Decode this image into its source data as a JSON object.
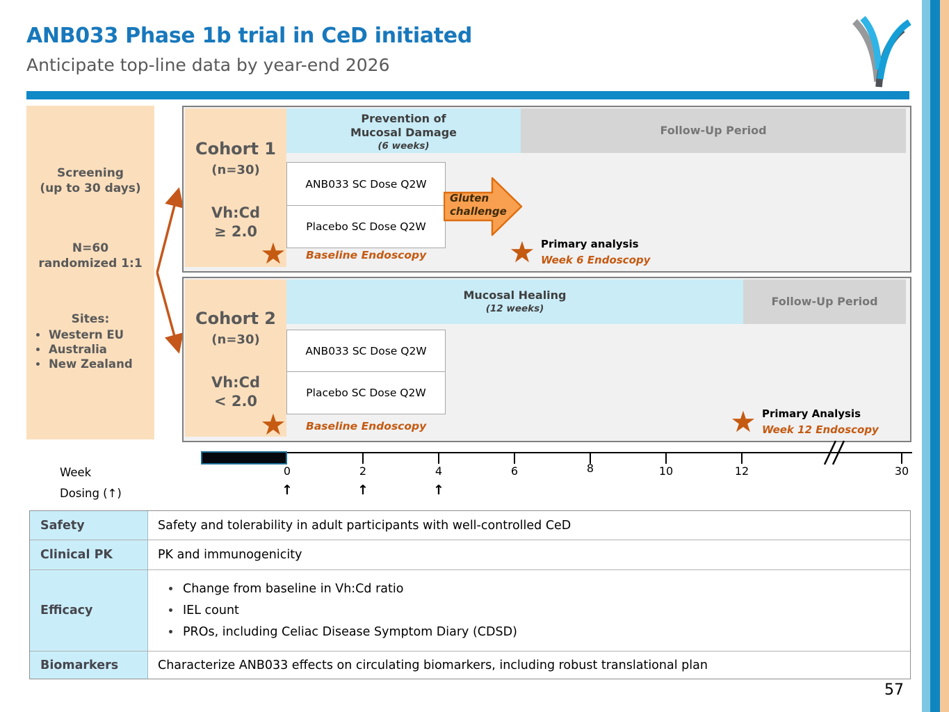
{
  "header": {
    "title": "ANB033 Phase 1b trial in CeD initiated",
    "subtitle": "Anticipate top-line data by year-end 2026"
  },
  "screening": {
    "title_line1": "Screening",
    "title_line2": "(up to 30 days)",
    "randomization_line1": "N=60",
    "randomization_line2": "randomized 1:1",
    "sites_heading": "Sites:",
    "sites": [
      "Western EU",
      "Australia",
      "New Zealand"
    ]
  },
  "cohort1": {
    "name": "Cohort 1",
    "size": "(n=30)",
    "criterion_line1": "Vh:Cd",
    "criterion_line2": "≥ 2.0",
    "treatment_period_line1": "Prevention of",
    "treatment_period_line2": "Mucosal Damage",
    "treatment_period_duration": "(6 weeks)",
    "followup_label": "Follow-Up Period",
    "arm1": "ANB033 SC Dose Q2W",
    "arm2": "Placebo SC Dose Q2W",
    "gluten_line1": "Gluten",
    "gluten_line2": "challenge",
    "baseline_milestone": "Baseline Endoscopy",
    "primary_milestone_line1": "Primary analysis",
    "primary_milestone_line2": "Week 6 Endoscopy"
  },
  "cohort2": {
    "name": "Cohort 2",
    "size": "(n=30)",
    "criterion_line1": "Vh:Cd",
    "criterion_line2": "< 2.0",
    "treatment_period_line1": "Mucosal Healing",
    "treatment_period_duration": "(12 weeks)",
    "followup_label": "Follow-Up Period",
    "arm1": "ANB033 SC Dose Q2W",
    "arm2": "Placebo SC Dose Q2W",
    "baseline_milestone": "Baseline Endoscopy",
    "primary_milestone_line1": "Primary Analysis",
    "primary_milestone_line2": "Week 12 Endoscopy"
  },
  "timeline": {
    "week_label": "Week",
    "dosing_label": "Dosing (↑)",
    "tick_labels": [
      "0",
      "2",
      "4",
      "6",
      "8",
      "10",
      "12",
      "30"
    ],
    "dose_arrow": "↑"
  },
  "objectives_table": {
    "rows": [
      {
        "label": "Safety",
        "content": "Safety and tolerability in adult participants with well-controlled CeD"
      },
      {
        "label": "Clinical PK",
        "content": "PK and immunogenicity"
      },
      {
        "label": "Efficacy",
        "bullets": [
          "Change from baseline in Vh:Cd ratio",
          "IEL count",
          "PROs, including Celiac Disease Symptom Diary (CDSD)"
        ]
      },
      {
        "label": "Biomarkers",
        "content": "Characterize ANB033 effects on circulating biomarkers, including robust translational plan"
      }
    ]
  },
  "icons": {
    "star": "★"
  },
  "footer": {
    "page_number": "57"
  },
  "colors": {
    "title_blue": "#1878BC",
    "divider_blue": "#1089C7",
    "accent_orange": "#C55A11",
    "peach_fill": "#FBDFBD",
    "period_blue": "#C9ECF7",
    "followup_gray": "#D5D5D5",
    "panel_bg": "#F1F1F2",
    "table_label_blue": "#CAEEF9",
    "stripe_light_blue": "#7FC6E2",
    "stripe_dark_blue": "#0F86C0",
    "stripe_orange": "#F5C797",
    "gluten_arrow_fill": "#F9A050"
  }
}
